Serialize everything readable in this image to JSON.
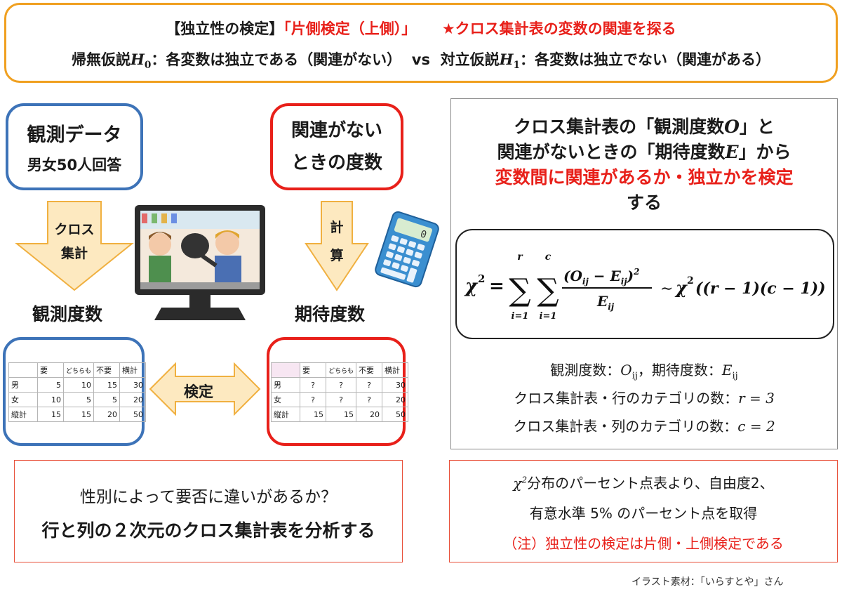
{
  "header": {
    "line1_a": "【独立性の検定】",
    "line1_b": "「片側検定（上側）」",
    "line1_c": "★クロス集計表の変数の関連を探る",
    "null_prefix": "帰無仮説",
    "null_sym": "H",
    "null_sub": "0",
    "null_text": "：各変数は独立である（関連がない）",
    "vs": "vs",
    "alt_prefix": "対立仮説",
    "alt_sym": "H",
    "alt_sub": "1",
    "alt_text": "：各変数は独立でない（関連がある）"
  },
  "left": {
    "obs_box_title": "観測データ",
    "obs_box_sub": "男女50人回答",
    "obs_arrow_label_1": "クロス",
    "obs_arrow_label_2": "集計",
    "obs_section": "観測度数",
    "exp_box_line1": "関連がない",
    "exp_box_line2": "ときの度数",
    "exp_arrow_label_1": "計",
    "exp_arrow_label_2": "算",
    "exp_section": "期待度数",
    "test_label": "検定"
  },
  "obs_table": {
    "header": [
      "",
      "要",
      "どちらも",
      "不要",
      "横計"
    ],
    "rows": [
      [
        "男",
        "5",
        "10",
        "15",
        "30"
      ],
      [
        "女",
        "10",
        "5",
        "5",
        "20"
      ],
      [
        "縦計",
        "15",
        "15",
        "20",
        "50"
      ]
    ]
  },
  "exp_table": {
    "header": [
      "",
      "要",
      "どちらも",
      "不要",
      "横計"
    ],
    "rows": [
      [
        "男",
        "?",
        "?",
        "?",
        "30"
      ],
      [
        "女",
        "?",
        "?",
        "?",
        "20"
      ],
      [
        "縦計",
        "15",
        "15",
        "20",
        "50"
      ]
    ]
  },
  "right": {
    "line1": "クロス集計表の「観測度数",
    "line1_sym": "O",
    "line1_end": "」と",
    "line2": "関連がないときの「期待度数",
    "line2_sym": "E",
    "line2_end": "」から",
    "line3": "変数間に関連があるか・独立かを検定",
    "line4": "する",
    "formula": {
      "lhs": "χ",
      "lhs_sup": "2",
      "eq": "=",
      "sum1_top": "r",
      "sum1_bot": "i=1",
      "sum2_top": "c",
      "sum2_bot": "i=1",
      "numerator": "(O",
      "num_sub1": "ij",
      "num_minus": " − E",
      "num_sub2": "ij",
      "num_close": ")",
      "num_sup": "2",
      "denominator": "E",
      "den_sub": "ij",
      "tilde": "∼",
      "dist": "χ",
      "dist_sup": "2",
      "dist_args": "((r − 1)(c − 1))"
    },
    "note1_a": "観測度数：",
    "note1_sym1": "O",
    "note1_sub1": "ij",
    "note1_b": "，期待度数：",
    "note1_sym2": "E",
    "note1_sub2": "ij",
    "note2_a": "クロス集計表・行のカテゴリの数：",
    "note2_expr": "r = 3",
    "note3_a": "クロス集計表・列のカテゴリの数：",
    "note3_expr": "c = 2"
  },
  "bottom_left": {
    "line1": "性別によって要否に違いがあるか？",
    "line2": "行と列の２次元のクロス集計表を分析する"
  },
  "bottom_right": {
    "line1_sym": "χ",
    "line1_sup": "2",
    "line1": "分布のパーセント点表より、自由度2、",
    "line2": "有意水準 5% のパーセント点を取得",
    "line3": "（注）独立性の検定は片側・上側検定である"
  },
  "credit": "イラスト素材：「いらすとや」さん",
  "calculator_display": "0",
  "colors": {
    "accent_orange": "#f0a020",
    "blue": "#3d73b8",
    "red": "#e8201a",
    "arrow_fill": "#fde9c0",
    "arrow_stroke": "#f0b040"
  }
}
